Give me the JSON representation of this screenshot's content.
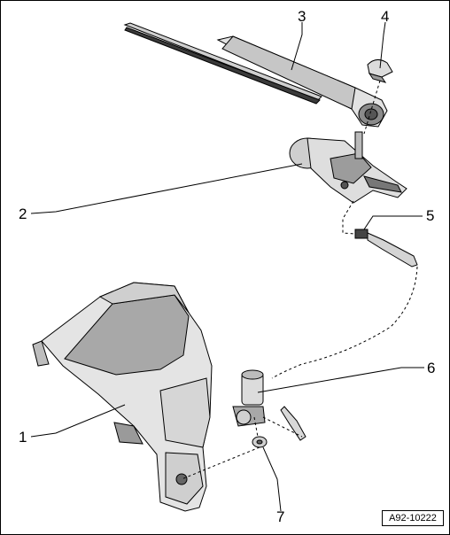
{
  "diagram": {
    "callouts": [
      {
        "id": "1",
        "label": "1"
      },
      {
        "id": "2",
        "label": "2"
      },
      {
        "id": "3",
        "label": "3"
      },
      {
        "id": "4",
        "label": "4"
      },
      {
        "id": "5",
        "label": "5"
      },
      {
        "id": "6",
        "label": "6"
      },
      {
        "id": "7",
        "label": "7"
      }
    ],
    "reference_code": "A92-10222"
  },
  "colors": {
    "line": "#000000",
    "part_fill": "#e6e6e6",
    "part_shade": "#a8a8a8",
    "part_dark": "#555555"
  }
}
